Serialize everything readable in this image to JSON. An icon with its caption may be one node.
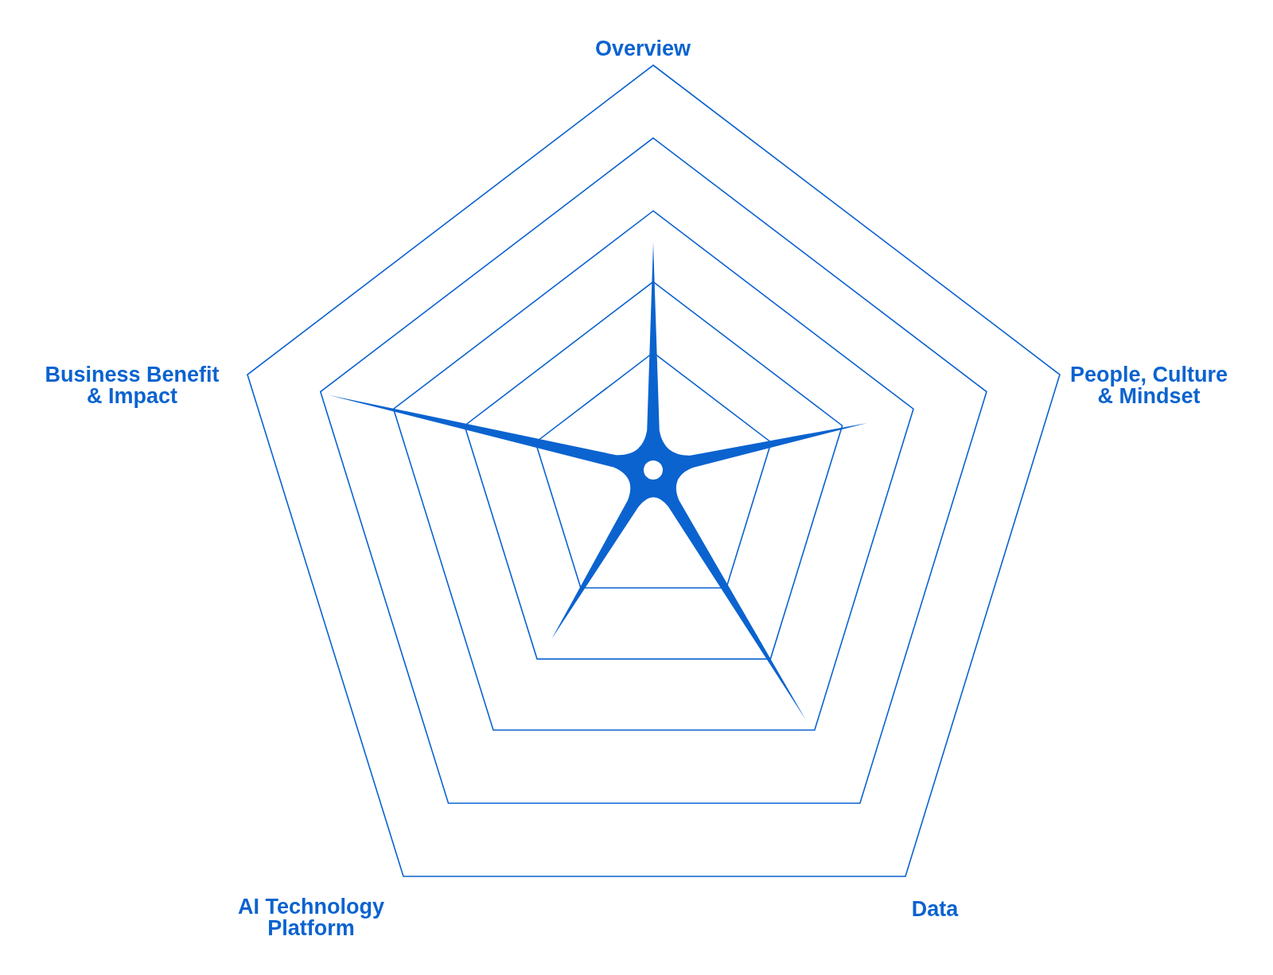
{
  "diagram": {
    "labels": [
      "Overview",
      "People, Culture & Mindset",
      "Data",
      "AI Technology Platform",
      "Business Benefit & Impact"
    ]
  }
}
